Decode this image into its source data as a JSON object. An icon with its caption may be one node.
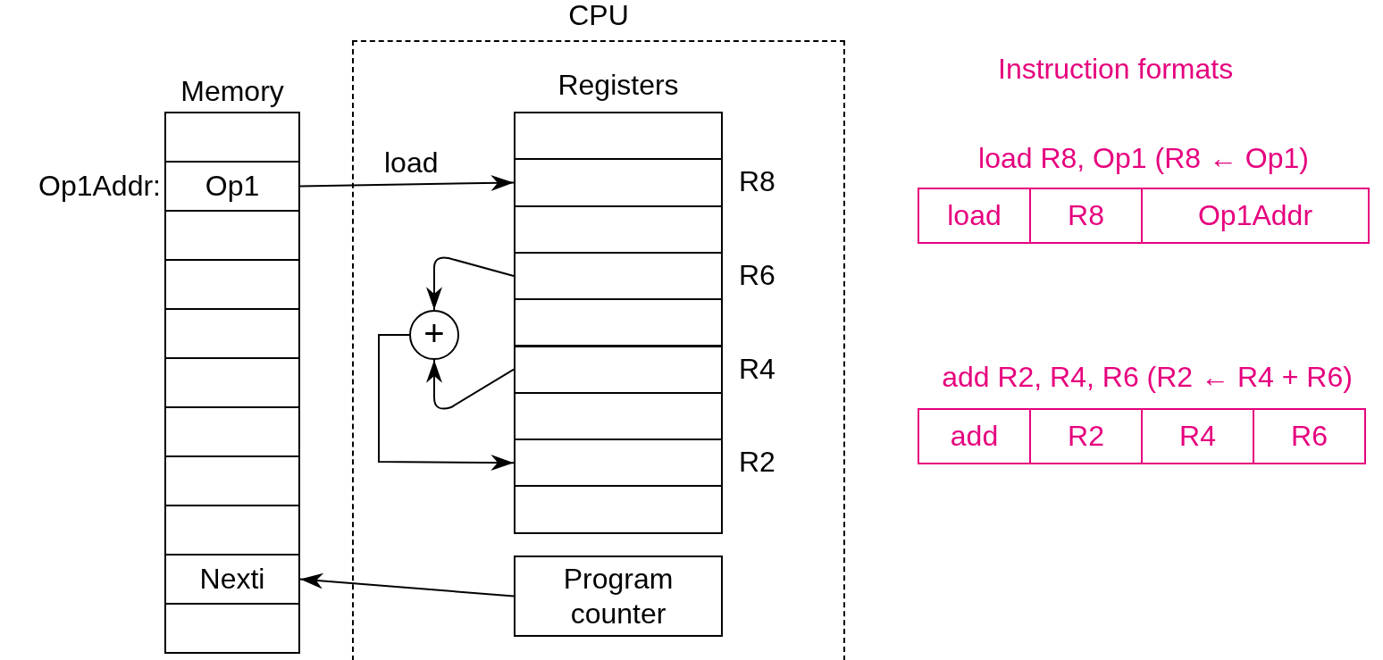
{
  "diagram": {
    "nodes": [
      {
        "text": [
          "Memory"
        ]
      },
      {
        "text": [],
        "shape": "box",
        "in": 0
      },
      {
        "text": [
          "Op1"
        ],
        "beside": [
          "Op1Addr:"
        ],
        "in": 0
      },
      {
        "text": [],
        "shape": "box",
        "in": 0
      },
      {
        "text": [],
        "shape": "box",
        "in": 0
      },
      {
        "text": [],
        "shape": "box",
        "in": 0
      },
      {
        "text": [],
        "shape": "box",
        "in": 0
      },
      {
        "text": [],
        "shape": "box",
        "in": 0
      },
      {
        "text": [],
        "shape": "box",
        "in": 0
      },
      {
        "text": [],
        "shape": "box",
        "in": 0
      },
      {
        "text": [
          "Nexti"
        ],
        "in": 0
      },
      {
        "text": [],
        "shape": "box",
        "in": 0
      },
      {
        "text": [
          "CPU"
        ]
      },
      {
        "text": [
          "Registers"
        ],
        "in": 12
      },
      {
        "text": [],
        "shape": "box",
        "in": 13
      },
      {
        "text": [],
        "shape": "box",
        "beside": [
          "R8"
        ],
        "in": 13
      },
      {
        "text": [],
        "shape": "box",
        "in": 13
      },
      {
        "text": [],
        "shape": "box",
        "beside": [
          "R6"
        ],
        "in": 13
      },
      {
        "text": [],
        "shape": "box",
        "in": 13
      },
      {
        "text": [],
        "shape": "box",
        "beside": [
          "R4"
        ],
        "in": 13
      },
      {
        "text": [],
        "shape": "box",
        "in": 13
      },
      {
        "text": [],
        "shape": "box",
        "beside": [
          "R2"
        ],
        "in": 13
      },
      {
        "text": [],
        "shape": "box",
        "in": 13
      },
      {
        "text": [
          "+"
        ],
        "in": 12
      },
      {
        "text": [
          "Program counter"
        ],
        "in": 12
      },
      {
        "text": [
          "load R8, Op1 (R8 ← Op1)"
        ]
      },
      {
        "text": [
          "load"
        ],
        "in": 25
      },
      {
        "text": [
          "R8"
        ],
        "in": 25
      },
      {
        "text": [
          "Op1Addr"
        ],
        "in": 25
      },
      {
        "text": [
          "add R2, R4, R6 (R2 ← R4 + R6)"
        ]
      },
      {
        "text": [
          "add"
        ],
        "in": 29
      },
      {
        "text": [
          "R2"
        ],
        "in": 29
      },
      {
        "text": [
          "R4"
        ],
        "in": 29
      },
      {
        "text": [
          "R6"
        ],
        "in": 29
      }
    ],
    "edges": [
      {
        "from": 2,
        "to": 15,
        "arrow": "to",
        "label": "load"
      },
      {
        "from": 17,
        "to": 23,
        "arrow": "to"
      },
      {
        "from": 19,
        "to": 23,
        "arrow": "to"
      },
      {
        "from": 23,
        "to": 21,
        "arrow": "to"
      },
      {
        "from": 24,
        "to": 10,
        "arrow": "to"
      }
    ],
    "labels": [
      "Instruction formats"
    ]
  }
}
